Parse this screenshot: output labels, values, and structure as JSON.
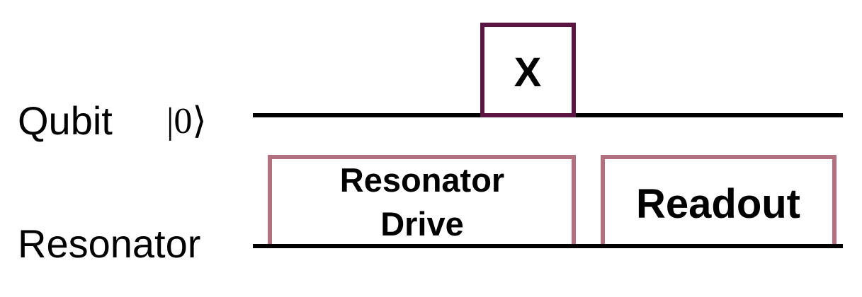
{
  "wires": [
    {
      "label": "Qubit",
      "initial_state": "|0⟩"
    },
    {
      "label": "Resonator"
    }
  ],
  "gates": {
    "x_gate": {
      "label": "X"
    },
    "resonator_drive": {
      "line1": "Resonator",
      "line2": "Drive"
    },
    "readout": {
      "label": "Readout"
    }
  },
  "colors": {
    "x_gate_border": "#5a1542",
    "pulse_border": "#b3707f",
    "wire": "#000000"
  }
}
